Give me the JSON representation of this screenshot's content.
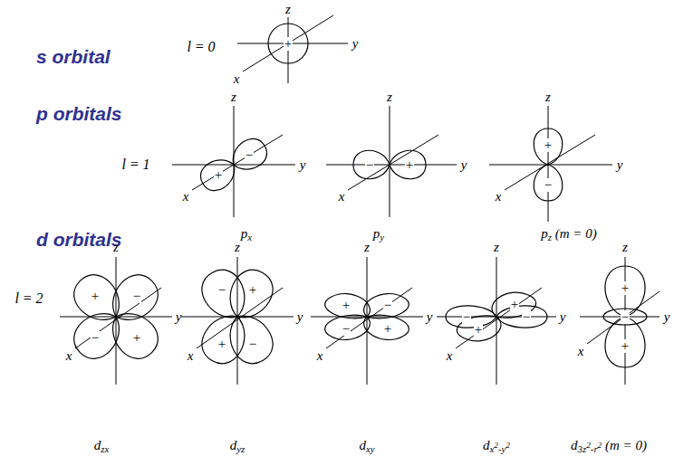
{
  "diagram": {
    "labels": [
      "s orbital",
      "l = 0",
      "z",
      "y",
      "x",
      "+",
      "p orbitals",
      "l = 1",
      "z",
      "y",
      "x",
      "+",
      "−",
      "px",
      "z",
      "y",
      "x",
      "−",
      "+",
      "py",
      "z",
      "y",
      "x",
      "+",
      "−",
      "pz (m = 0)",
      "d orbitals",
      "l = 2",
      "z",
      "y",
      "x",
      "+",
      "−",
      "−",
      "+",
      "dzx",
      "z",
      "y",
      "x",
      "−",
      "+",
      "+",
      "−",
      "dyz",
      "z",
      "y",
      "x",
      "+",
      "−",
      "−",
      "+",
      "dxy",
      "z",
      "y",
      "x",
      "−",
      "−",
      "+",
      "+",
      "dx2-y2",
      "z",
      "y",
      "x",
      "+",
      "−",
      "+",
      "d3z2-r2 (m = 0)"
    ]
  }
}
